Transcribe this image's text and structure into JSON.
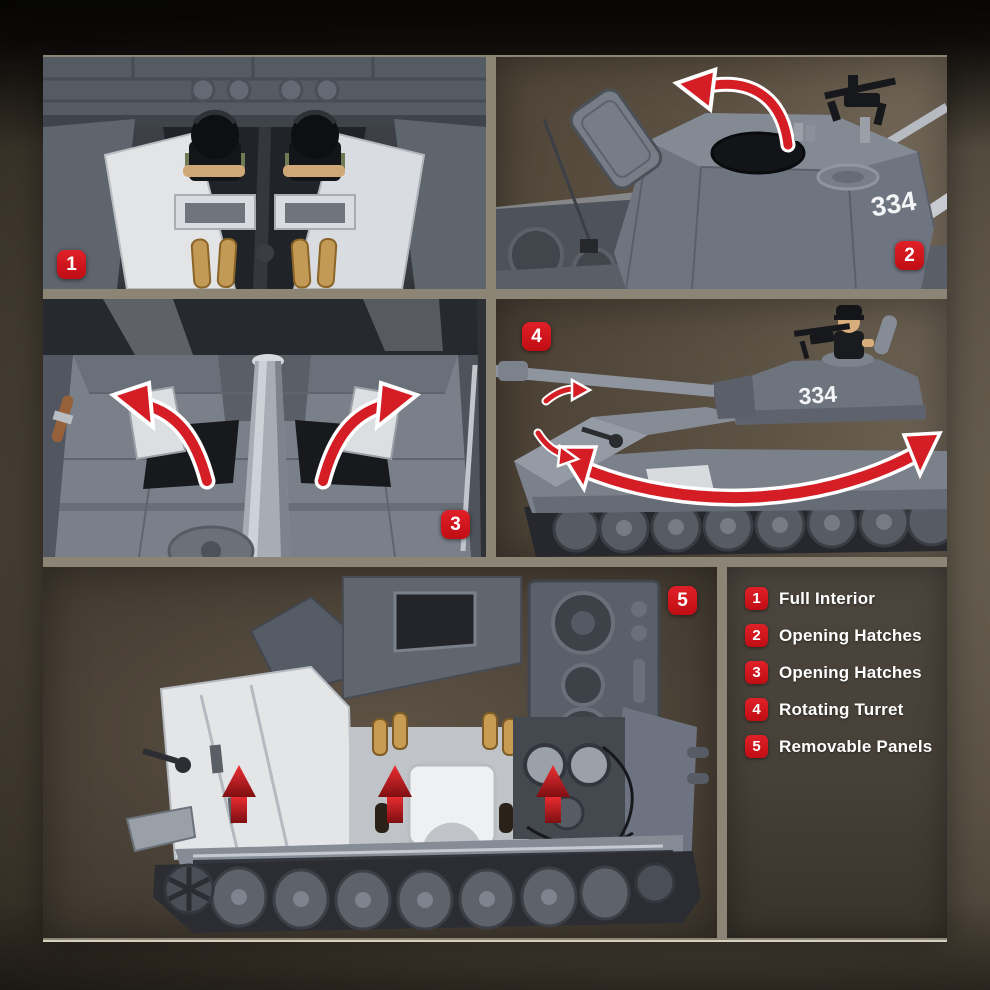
{
  "colors": {
    "accent_red": "#d41d24",
    "frame_khaki": "#8c8576",
    "legend_bg": "#46403a",
    "text_white": "#ffffff"
  },
  "marking": "334",
  "panels": {
    "p1": {
      "badge": "1"
    },
    "p2": {
      "badge": "2"
    },
    "p3": {
      "badge": "3"
    },
    "p4": {
      "badge": "4"
    },
    "p5": {
      "badge": "5"
    }
  },
  "legend": {
    "items": [
      {
        "num": "1",
        "label": "Full Interior"
      },
      {
        "num": "2",
        "label": "Opening Hatches"
      },
      {
        "num": "3",
        "label": "Opening Hatches"
      },
      {
        "num": "4",
        "label": "Rotating Turret"
      },
      {
        "num": "5",
        "label": "Removable Panels"
      }
    ]
  },
  "icons": {
    "hatch_open": "curved-red-arrow",
    "turret_rotation": "double-headed-curved-red-arrow",
    "panel_lift": "straight-red-up-arrow"
  }
}
